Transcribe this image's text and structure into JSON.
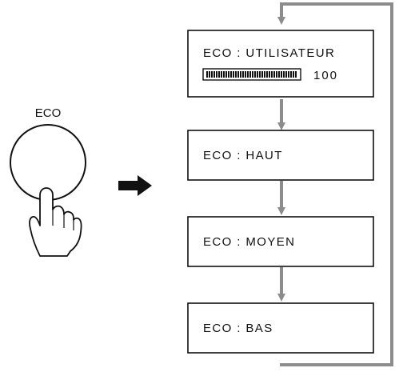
{
  "button": {
    "label": "ECO",
    "icon": "hand-pointer-icon"
  },
  "colors": {
    "box_border": "#111111",
    "arrow": "#8c8c8c",
    "big_arrow": "#111111",
    "text": "#111111"
  },
  "modes": [
    {
      "label": "ECO : UTILISATEUR",
      "value": "100",
      "level_percent": 100
    },
    {
      "label": "ECO : HAUT"
    },
    {
      "label": "ECO : MOYEN"
    },
    {
      "label": "ECO : BAS"
    }
  ]
}
